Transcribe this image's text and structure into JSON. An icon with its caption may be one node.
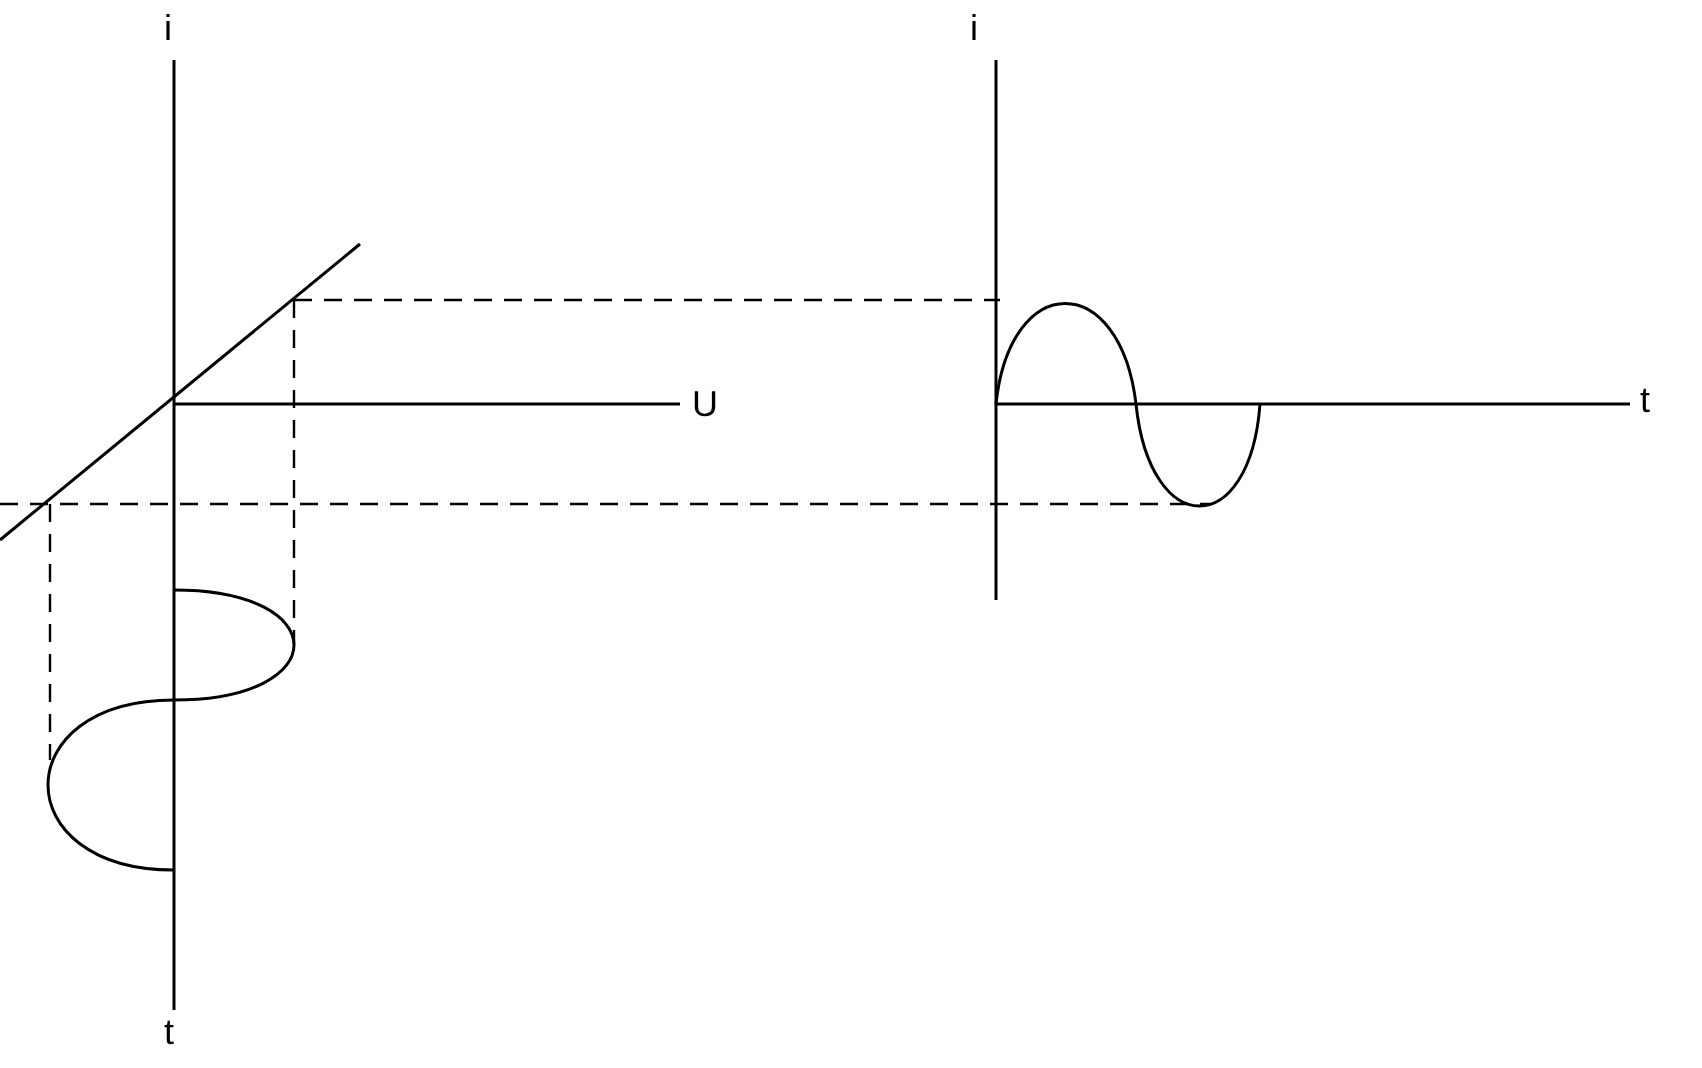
{
  "diagram": {
    "labels": [
      "i",
      "i",
      "U",
      "t",
      "t"
    ]
  }
}
